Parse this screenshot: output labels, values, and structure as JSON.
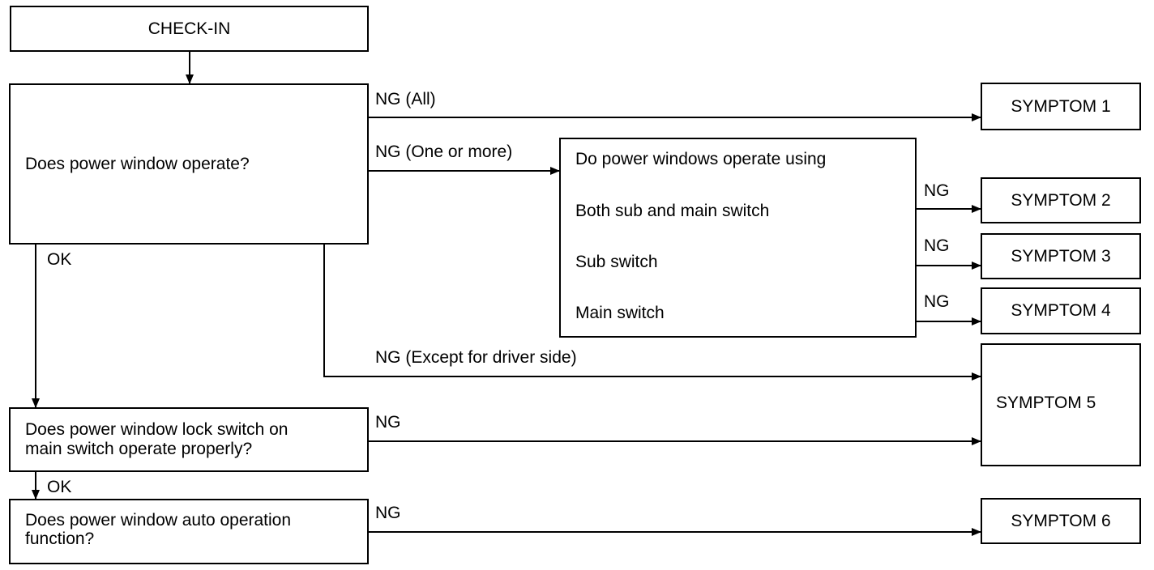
{
  "start": "CHECK-IN",
  "q1": "Does power window operate?",
  "q2": "Does power window lock switch on main switch operate properly?",
  "q3_line1": "Does power window auto operation",
  "q3_line2": "function?",
  "q2_line1": "Does power window lock switch on",
  "q2_line2": "main switch operate properly?",
  "subq": {
    "title": "Do power windows operate using",
    "opt1": "Both sub and main switch",
    "opt2": "Sub switch",
    "opt3": "Main switch"
  },
  "labels": {
    "ng_all": "NG (All)",
    "ng_one": "NG (One or more)",
    "ng_except": "NG (Except for driver side)",
    "ng": "NG",
    "ok": "OK"
  },
  "symptoms": {
    "s1": "SYMPTOM 1",
    "s2": "SYMPTOM 2",
    "s3": "SYMPTOM 3",
    "s4": "SYMPTOM 4",
    "s5": "SYMPTOM 5",
    "s6": "SYMPTOM 6"
  }
}
